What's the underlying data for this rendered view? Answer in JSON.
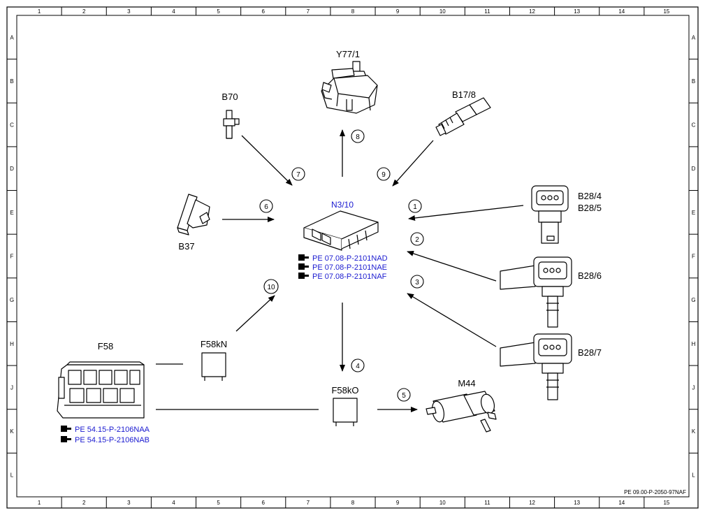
{
  "grid": {
    "columns": [
      "1",
      "2",
      "3",
      "4",
      "5",
      "6",
      "7",
      "8",
      "9",
      "10",
      "11",
      "12",
      "13",
      "14",
      "15"
    ],
    "rows": [
      "A",
      "B",
      "C",
      "D",
      "E",
      "F",
      "G",
      "H",
      "J",
      "K",
      "L"
    ]
  },
  "components": {
    "ecu": "N3/10",
    "valve": "Y77/1",
    "sensor_b70": "B70",
    "sensor_b17": "B17/8",
    "pedal": "B37",
    "sensor_b28_4": "B28/4",
    "sensor_b28_5": "B28/5",
    "sensor_b28_6": "B28/6",
    "sensor_b28_7": "B28/7",
    "fusebox": "F58",
    "relay_kn": "F58kN",
    "relay_ko": "F58kO",
    "pump": "M44"
  },
  "references": {
    "ecu": [
      "PE 07.08-P-2101NAD",
      "PE 07.08-P-2101NAE",
      "PE 07.08-P-2101NAF"
    ],
    "fusebox": [
      "PE 54.15-P-2106NAA",
      "PE 54.15-P-2106NAB"
    ]
  },
  "callouts": [
    "1",
    "2",
    "3",
    "4",
    "5",
    "6",
    "7",
    "8",
    "9",
    "10"
  ],
  "footer": "PE 09.00-P-2050-97NAF"
}
